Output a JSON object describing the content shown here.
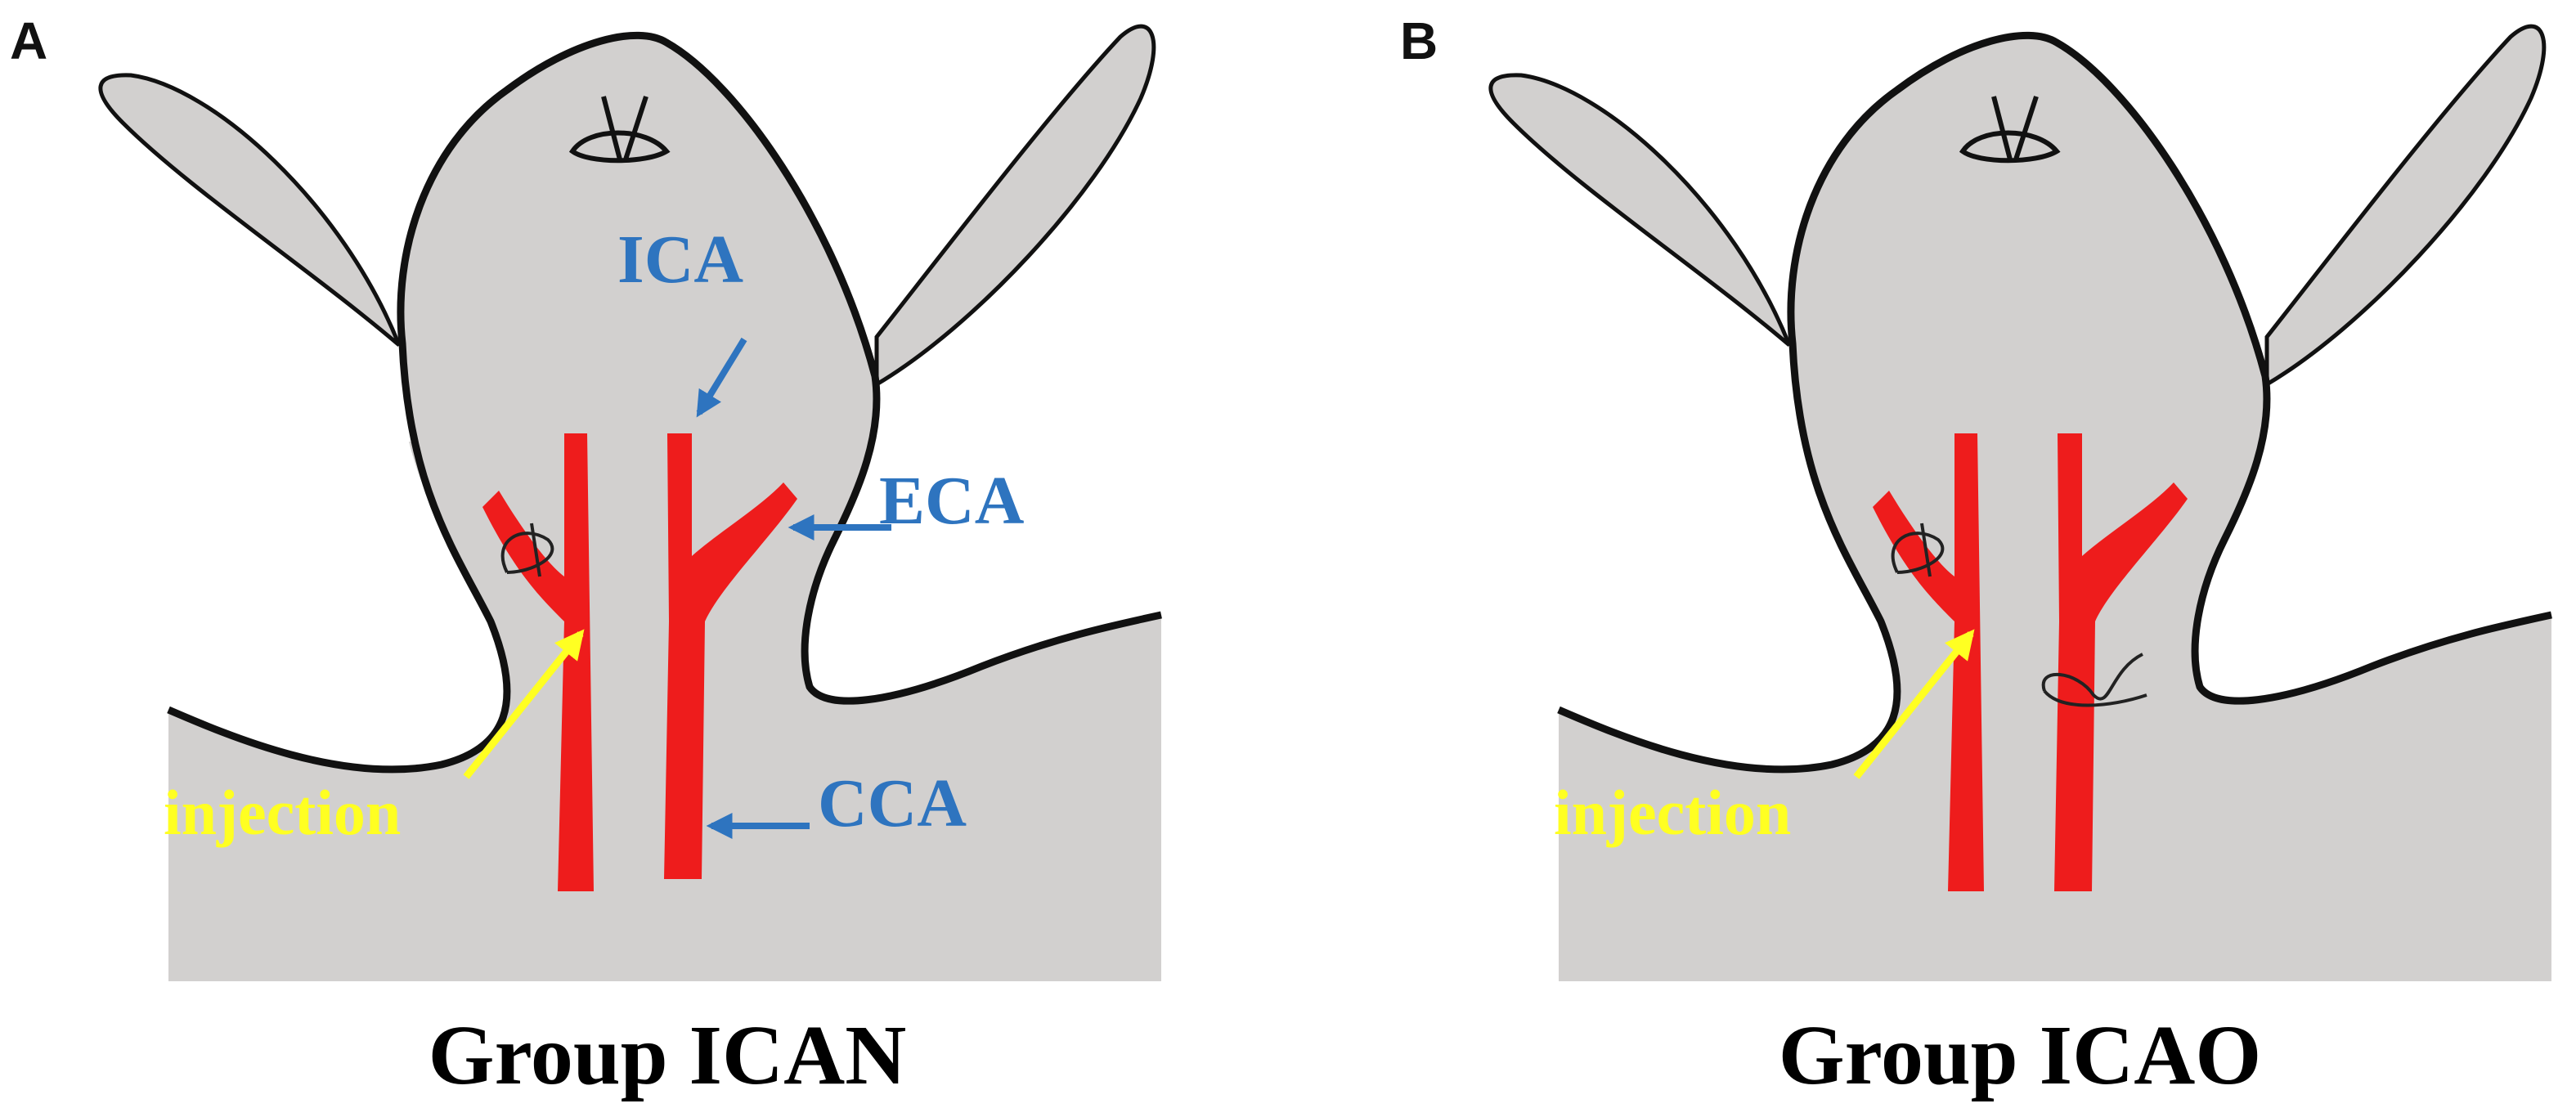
{
  "colors": {
    "background": "#ffffff",
    "body_fill": "#d2d0cf",
    "outline": "#111111",
    "vessel": "#ee1c1c",
    "label_blue": "#2e74bf",
    "injection_yellow": "#ffff22"
  },
  "panels": [
    {
      "letter": "A",
      "title": "Group ICAN",
      "labels": {
        "ica": "ICA",
        "eca": "ECA",
        "cca": "CCA",
        "injection": "injection"
      }
    },
    {
      "letter": "B",
      "title": "Group ICAO",
      "labels": {
        "injection": "injection"
      }
    }
  ]
}
